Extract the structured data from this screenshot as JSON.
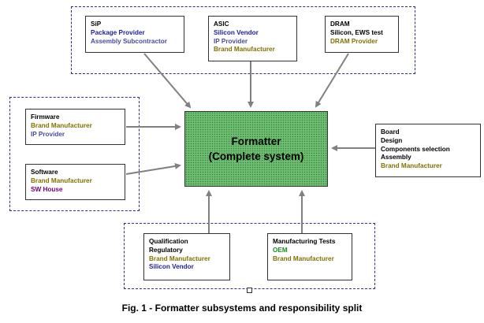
{
  "colors": {
    "group_border": "#2d2d8c",
    "arrow": "#808080",
    "main_fill": "#6fbf73",
    "black": "#000000",
    "blue": "#1f1f9c",
    "olive": "#807200",
    "purple": "#6e007a",
    "green": "#1d8a1d",
    "slate": "#4a4aa0"
  },
  "main": {
    "line1": "Formatter",
    "line2": "(Complete system)"
  },
  "boxes": {
    "sip": [
      {
        "text": "SiP",
        "color": "black"
      },
      {
        "text": "Package Provider",
        "color": "blue"
      },
      {
        "text": "Assembly Subcontractor",
        "color": "slate"
      }
    ],
    "asic": [
      {
        "text": "ASIC",
        "color": "black"
      },
      {
        "text": "Silicon Vendor",
        "color": "blue"
      },
      {
        "text": "IP Provider",
        "color": "slate"
      },
      {
        "text": "Brand Manufacturer",
        "color": "olive"
      }
    ],
    "dram": [
      {
        "text": "DRAM",
        "color": "black"
      },
      {
        "text": "Silicon, EWS test",
        "color": "black"
      },
      {
        "text": "DRAM Provider",
        "color": "olive"
      }
    ],
    "firmware": [
      {
        "text": "Firmware",
        "color": "black"
      },
      {
        "text": "Brand Manufacturer",
        "color": "olive"
      },
      {
        "text": "IP Provider",
        "color": "slate"
      }
    ],
    "software": [
      {
        "text": "Software",
        "color": "black"
      },
      {
        "text": "Brand Manufacturer",
        "color": "olive"
      },
      {
        "text": "SW House",
        "color": "purple"
      }
    ],
    "board": [
      {
        "text": "Board",
        "color": "black"
      },
      {
        "text": "Design",
        "color": "black"
      },
      {
        "text": "Components selection",
        "color": "black"
      },
      {
        "text": "Assembly",
        "color": "black"
      },
      {
        "text": "Brand Manufacturer",
        "color": "olive"
      }
    ],
    "qualification": [
      {
        "text": "Qualification",
        "color": "black"
      },
      {
        "text": "Regulatory",
        "color": "black"
      },
      {
        "text": "Brand Manufacturer",
        "color": "olive"
      },
      {
        "text": "Silicon Vendor",
        "color": "blue"
      }
    ],
    "manufacturing": [
      {
        "text": "Manufacturing Tests",
        "color": "black"
      },
      {
        "text": "OEM",
        "color": "green"
      },
      {
        "text": "Brand Manufacturer",
        "color": "olive"
      }
    ]
  },
  "caption": "Fig. 1 - Formatter subsystems and responsibility split"
}
